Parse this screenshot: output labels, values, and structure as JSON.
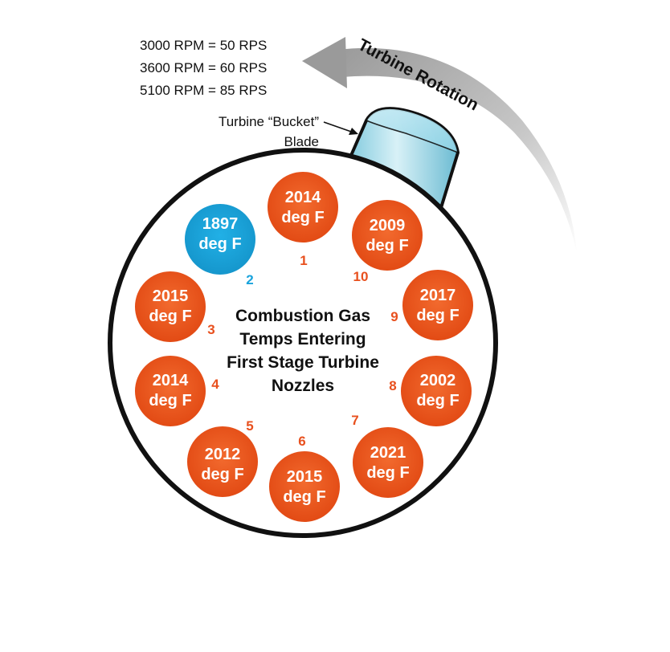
{
  "colors": {
    "hot": "#e8501e",
    "cool": "#19a3dc",
    "hot_number": "#e8501e",
    "cool_number": "#19a3dc"
  },
  "rpm_lines": [
    "3000 RPM = 50 RPS",
    "3600 RPM = 60 RPS",
    "5100 RPM = 85 RPS"
  ],
  "rotation_label": "Turbine Rotation",
  "bucket_label_line1": "Turbine “Bucket”",
  "bucket_label_line2": "Blade",
  "center_title": [
    "Combustion Gas",
    "Temps Entering",
    "First Stage Turbine",
    "Nozzles"
  ],
  "nozzles": [
    {
      "number": "1",
      "temp": "2014",
      "unit": "deg F",
      "status": "hot"
    },
    {
      "number": "2",
      "temp": "1897",
      "unit": "deg F",
      "status": "cool"
    },
    {
      "number": "3",
      "temp": "2015",
      "unit": "deg F",
      "status": "hot"
    },
    {
      "number": "4",
      "temp": "2014",
      "unit": "deg F",
      "status": "hot"
    },
    {
      "number": "5",
      "temp": "2012",
      "unit": "deg F",
      "status": "hot"
    },
    {
      "number": "6",
      "temp": "2015",
      "unit": "deg F",
      "status": "hot"
    },
    {
      "number": "7",
      "temp": "2021",
      "unit": "deg F",
      "status": "hot"
    },
    {
      "number": "8",
      "temp": "2002",
      "unit": "deg F",
      "status": "hot"
    },
    {
      "number": "9",
      "temp": "2017",
      "unit": "deg F",
      "status": "hot"
    },
    {
      "number": "10",
      "temp": "2009",
      "unit": "deg F",
      "status": "hot"
    }
  ]
}
